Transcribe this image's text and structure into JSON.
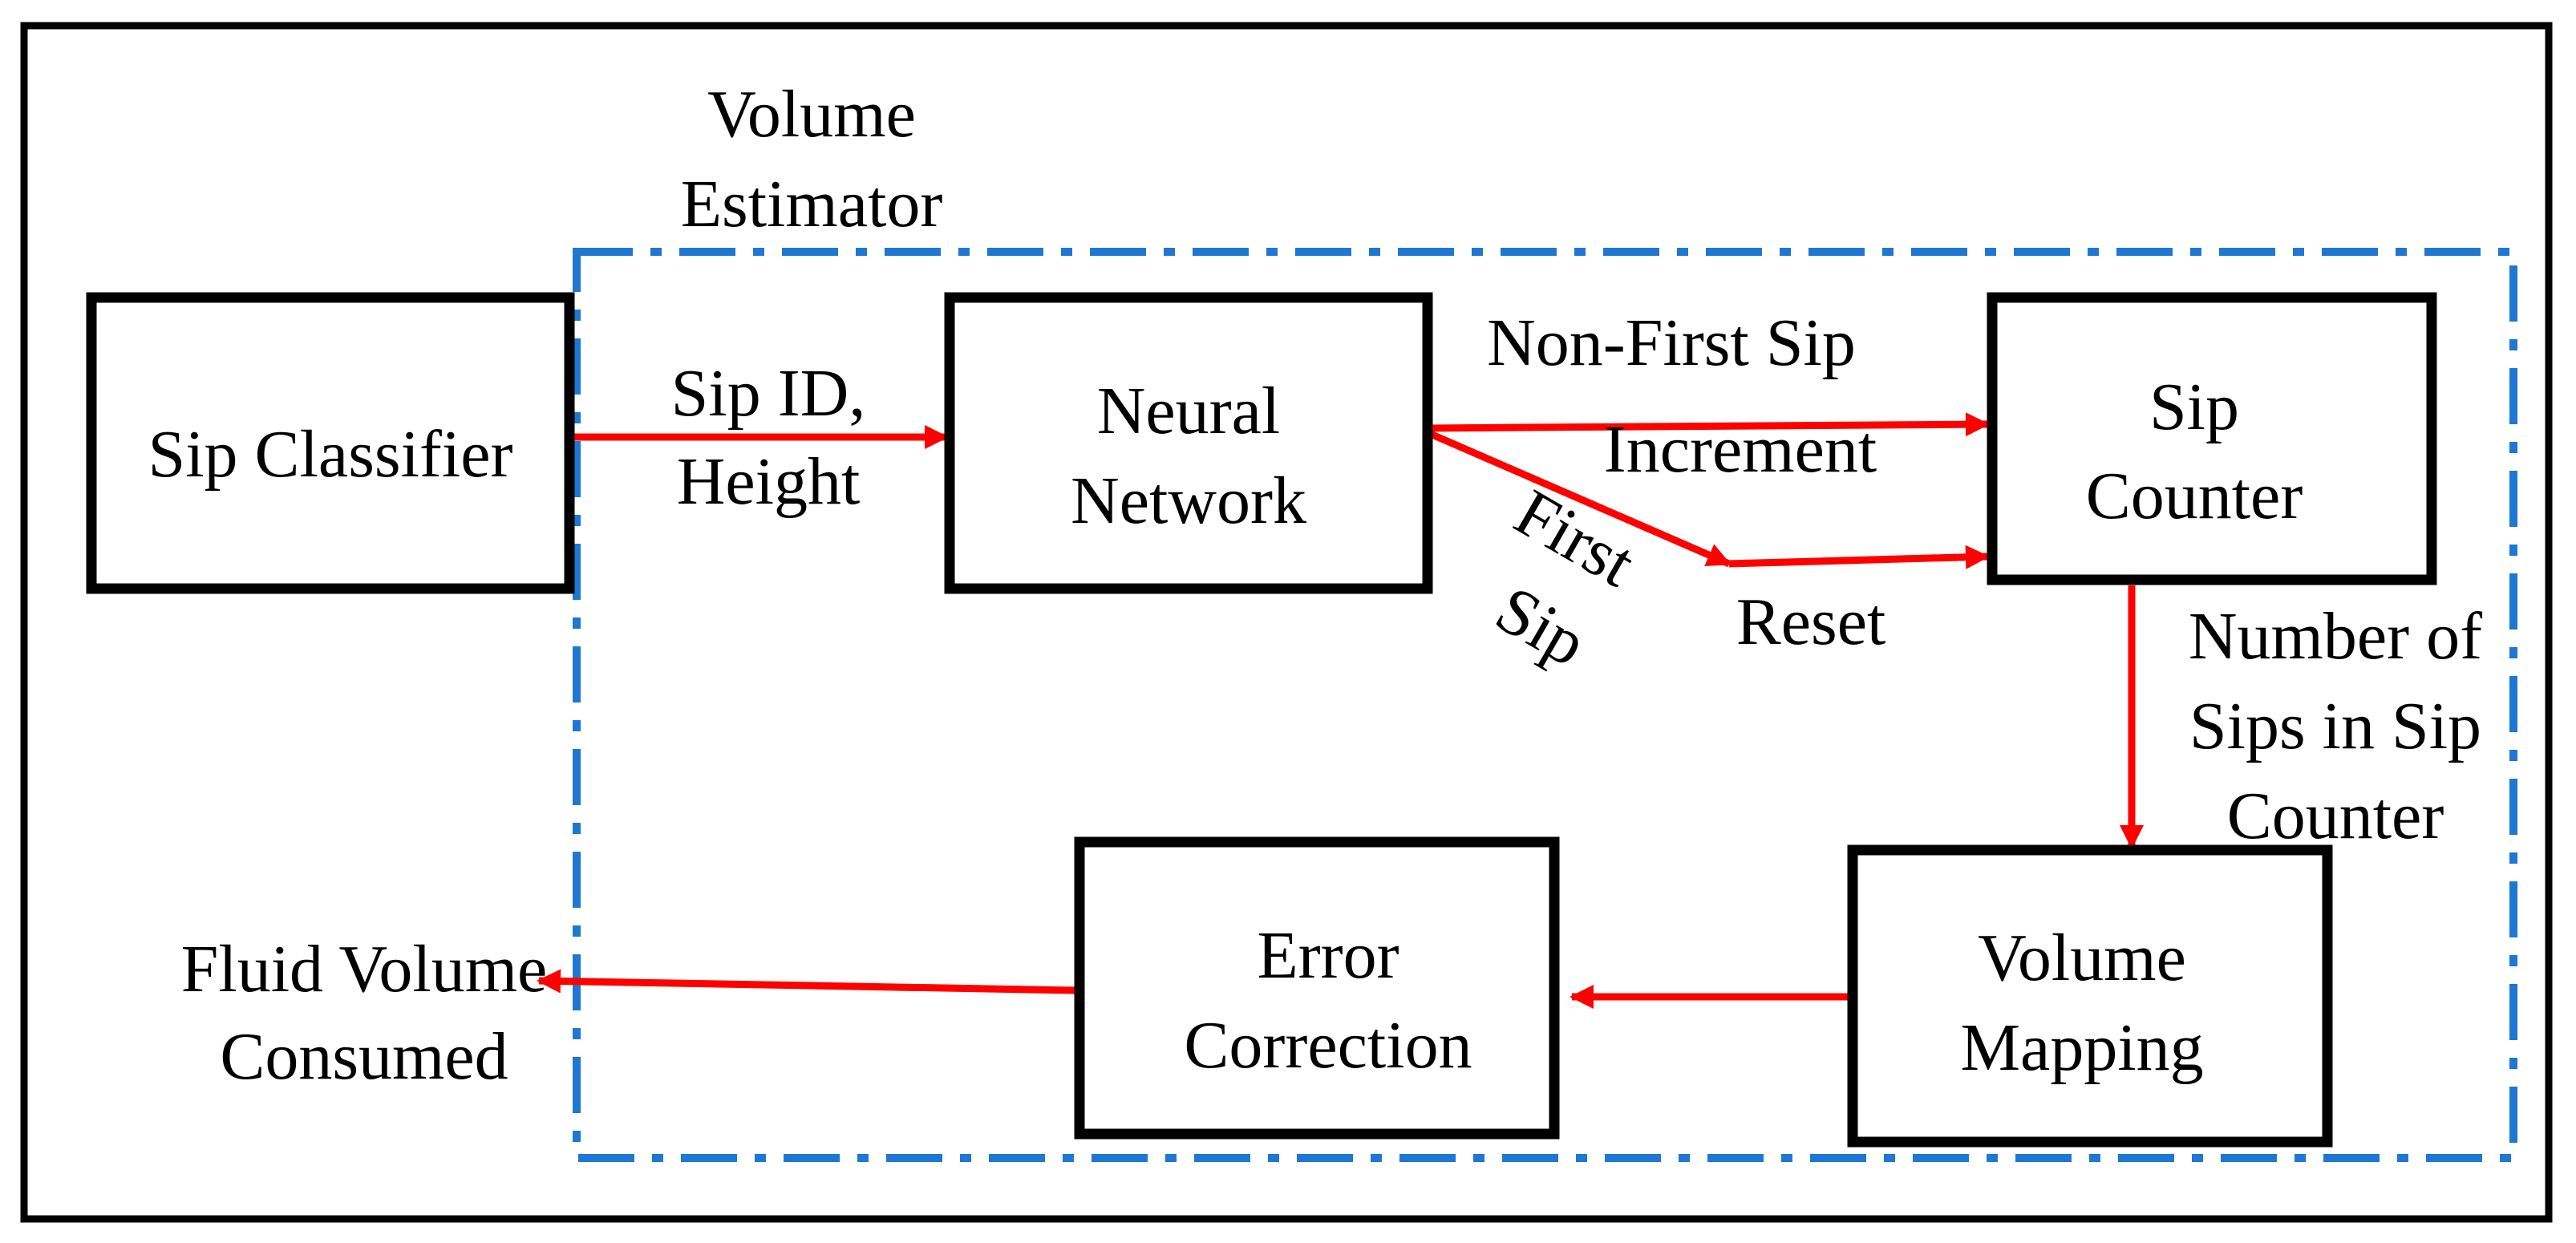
{
  "colors": {
    "arrow": "#ff0000",
    "group_border": "#1f77d4",
    "box_border": "#000000",
    "frame_border": "#000000",
    "text": "#000000"
  },
  "group": {
    "title_line1": "Volume",
    "title_line2": "Estimator"
  },
  "boxes": {
    "sip_classifier": "Sip Classifier",
    "neural_network_line1": "Neural",
    "neural_network_line2": "Network",
    "sip_counter_line1": "Sip",
    "sip_counter_line2": "Counter",
    "volume_mapping_line1": "Volume",
    "volume_mapping_line2": "Mapping",
    "error_correction_line1": "Error",
    "error_correction_line2": "Correction"
  },
  "edges": {
    "sip_id_line1": "Sip ID,",
    "sip_id_line2": "Height",
    "non_first_sip": "Non-First Sip",
    "increment": "Increment",
    "first_sip_line1": "First",
    "first_sip_line2": "Sip",
    "reset": "Reset",
    "count_line1": "Number of",
    "count_line2": "Sips in Sip",
    "count_line3": "Counter",
    "output_line1": "Fluid Volume",
    "output_line2": "Consumed"
  }
}
